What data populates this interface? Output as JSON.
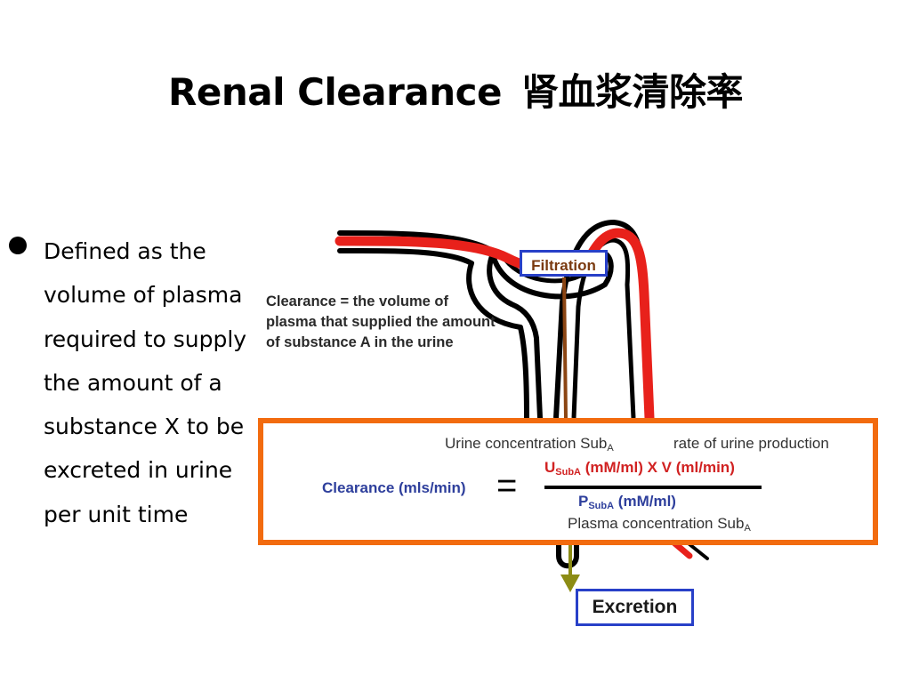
{
  "title": {
    "english": "Renal Clearance",
    "chinese": "肾血浆清除率"
  },
  "bullet": {
    "text": "Defined as the volume of plasma required to supply the amount of a substance X to be excreted in urine per unit time"
  },
  "diagram": {
    "filtration_label": "Filtration",
    "excretion_label": "Excretion",
    "definition": "Clearance = the volume of plasma that supplied the amount of substance A in the urine",
    "equation": {
      "urine_conc_label": "Urine concentration Sub",
      "urine_conc_sub": "A",
      "rate_label": "rate of urine production",
      "clearance_label": "Clearance (mls/min)",
      "equals": "=",
      "numerator_u": "U",
      "numerator_sub": "SubA",
      "numerator_rest": " (mM/ml) X V (ml/min)",
      "denominator_p": "P",
      "denominator_sub": "SubA",
      "denominator_rest": " (mM/ml)",
      "plasma_conc_label": "Plasma concentration Sub",
      "plasma_conc_sub": "A"
    },
    "colors": {
      "blood": "#e8211b",
      "tubule": "#000000",
      "filtrate_arrow": "#8b4513",
      "excretion_arrow": "#8c8c14",
      "box_border": "#f26b0f",
      "label_border": "#2840c8"
    }
  }
}
